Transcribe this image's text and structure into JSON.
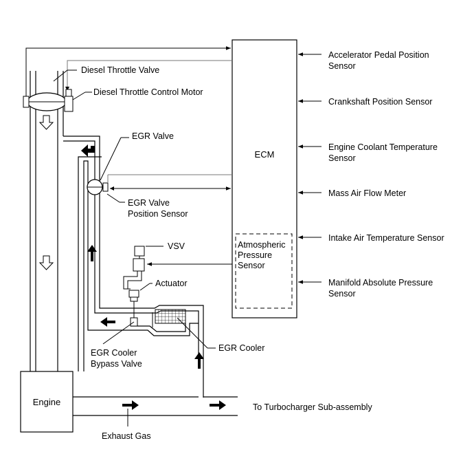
{
  "components": {
    "ecm": "ECM",
    "atmospheric_sensor": [
      "Atmospheric",
      "Pressure",
      "Sensor"
    ],
    "engine": "Engine",
    "diesel_throttle_valve": "Diesel Throttle Valve",
    "diesel_throttle_motor": "Diesel Throttle Control Motor",
    "egr_valve": "EGR Valve",
    "egr_position_sensor": [
      "EGR Valve",
      "Position Sensor"
    ],
    "vsv": "VSV",
    "actuator": "Actuator",
    "egr_cooler_bypass": [
      "EGR Cooler",
      "Bypass Valve"
    ],
    "egr_cooler": "EGR Cooler",
    "turbo": "To Turbocharger Sub-assembly",
    "exhaust": "Exhaust Gas"
  },
  "sensors": [
    [
      "Accelerator Pedal Position",
      "Sensor"
    ],
    [
      "Crankshaft Position Sensor"
    ],
    [
      "Engine Coolant Temperature",
      "Sensor"
    ],
    [
      "Mass Air Flow Meter"
    ],
    [
      "Intake Air Temperature Sensor"
    ],
    [
      "Manifold Absolute Pressure",
      "Sensor"
    ]
  ]
}
